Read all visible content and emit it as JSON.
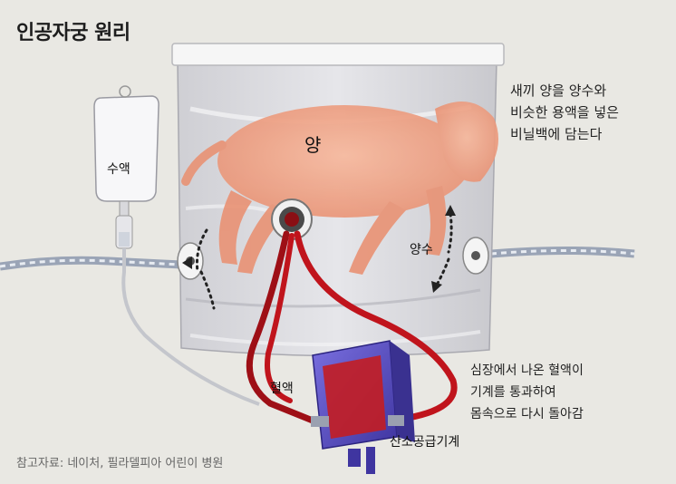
{
  "title": "인공자궁 원리",
  "labels": {
    "lamb": "양",
    "iv_bag": "수액",
    "amniotic_fluid": "양수",
    "blood": "혈액",
    "oxygenator": "산소공급기계"
  },
  "notes": {
    "bag_description": "새끼 양을 양수와\n비슷한 용액을 넣은\n비닐백에 담는다",
    "blood_flow": "심장에서 나온 혈액이\n기계를 통과하여\n몸속으로 다시 돌아감"
  },
  "source": "참고자료: 네이처, 필라델피아 어린이 병원",
  "colors": {
    "background": "#e9e8e3",
    "blood": "#c0141c",
    "oxygenator": "#5a4fc2",
    "lamb": "#f2a58a"
  }
}
